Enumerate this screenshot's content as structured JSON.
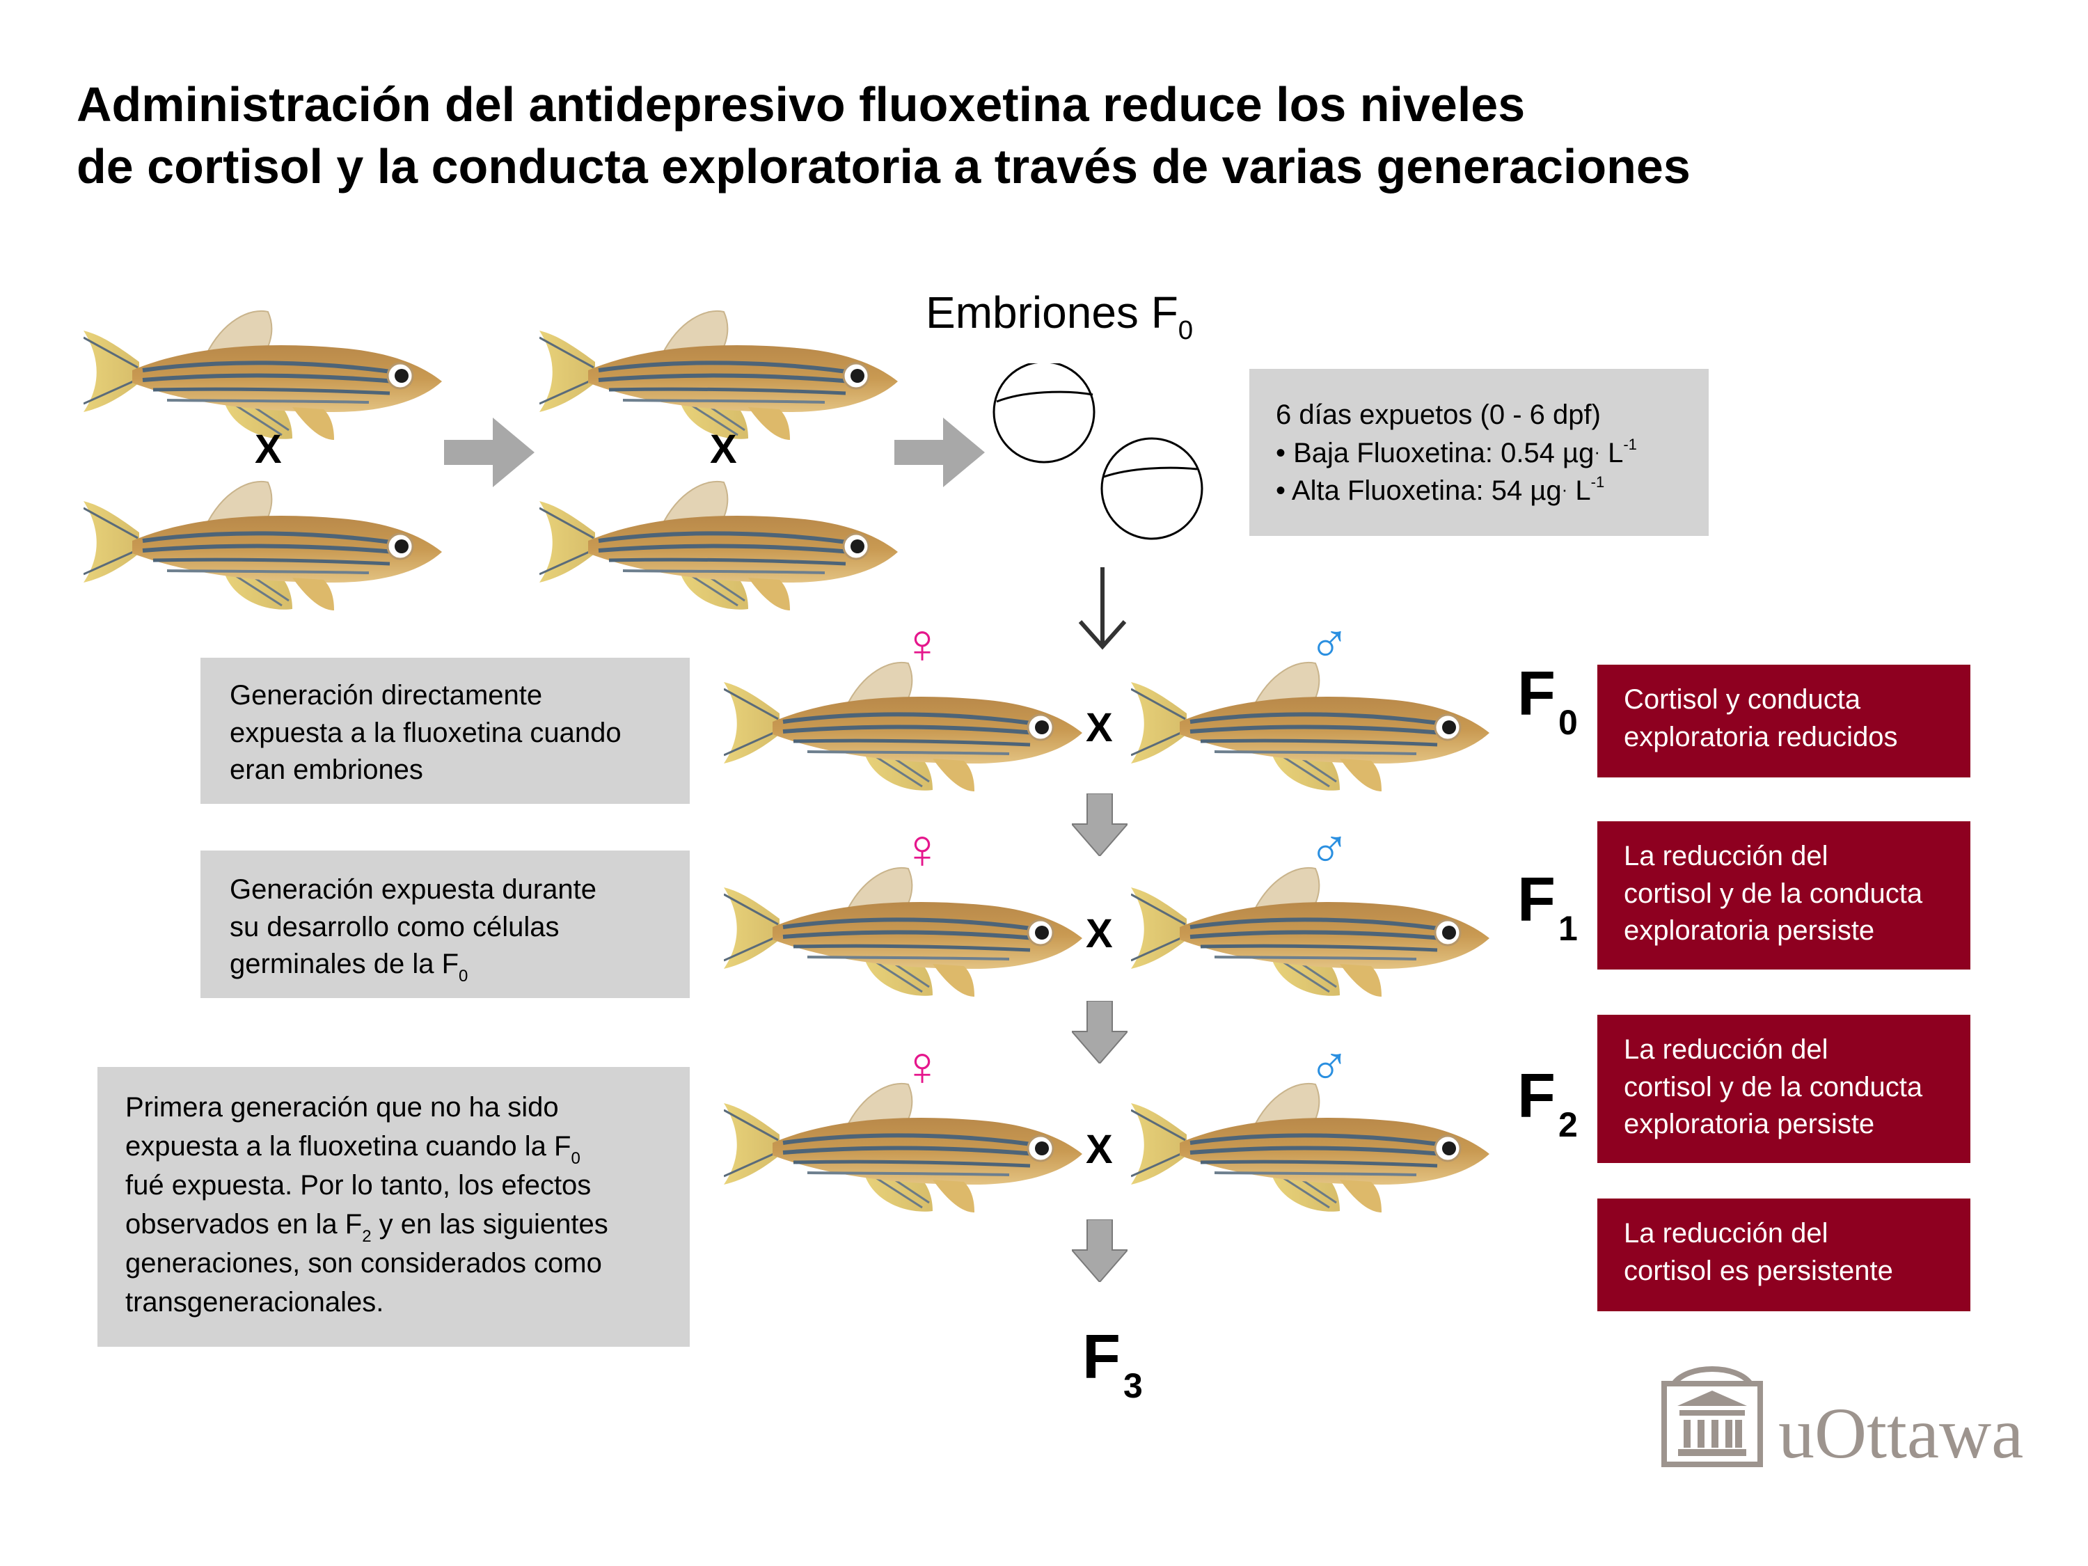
{
  "title": {
    "line1": "Administración del antidepresivo fluoxetina reduce los niveles",
    "line2": "de cortisol y la conducta exploratoria a través de varias generaciones"
  },
  "embryos": {
    "label": "Embriones F",
    "label_sub": "0"
  },
  "exposure_box": {
    "line1": "6 días expuetos (0 - 6 dpf)",
    "line2_pre": "• Baja Fluoxetina: 0.54 µg",
    "line2_post": " L",
    "line3_pre": "• Alta Fluoxetina: 54 µg",
    "line3_post": " L",
    "dot": "·",
    "exponent": "-1"
  },
  "cross_symbol": "X",
  "female_symbol": "♀",
  "male_symbol": "♂",
  "colors": {
    "female": "#e5168c",
    "male": "#2a8fe0",
    "red_box": "#8e0020",
    "grey_box": "#d3d3d3",
    "arrow": "#a8a8a8",
    "logo": "#9d948e"
  },
  "generations": {
    "f0": {
      "letter": "F",
      "sub": "0"
    },
    "f1": {
      "letter": "F",
      "sub": "1"
    },
    "f2": {
      "letter": "F",
      "sub": "2"
    },
    "f3": {
      "letter": "F",
      "sub": "3"
    }
  },
  "left_boxes": {
    "box1": {
      "l1": "Generación directamente",
      "l2": "expuesta a la fluoxetina cuando",
      "l3": "eran embriones"
    },
    "box2": {
      "l1": "Generación expuesta durante",
      "l2": "su desarrollo como células",
      "l3": "germinales de la F",
      "l3_sub": "0"
    },
    "box3": {
      "l1": "Primera generación que no ha sido",
      "l2": "expuesta a la fluoxetina cuando la F",
      "l2_sub": "0",
      "l3": "fué expuesta. Por lo tanto, los efectos",
      "l4a": "observados en la F",
      "l4_sub": "2",
      "l4b": " y en las siguientes",
      "l5": "generaciones, son considerados como",
      "l6": "transgeneracionales."
    }
  },
  "right_boxes": {
    "box1": {
      "l1": "Cortisol y conducta",
      "l2": "exploratoria reducidos"
    },
    "box2": {
      "l1": "La reducción del",
      "l2": "cortisol y de la conducta",
      "l3": "exploratoria persiste"
    },
    "box3": {
      "l1": "La reducción del",
      "l2": "cortisol y de la conducta",
      "l3": "exploratoria persiste"
    },
    "box4": {
      "l1": "La reducción del",
      "l2": "cortisol es persistente"
    }
  },
  "logo": {
    "text": "uOttawa"
  }
}
